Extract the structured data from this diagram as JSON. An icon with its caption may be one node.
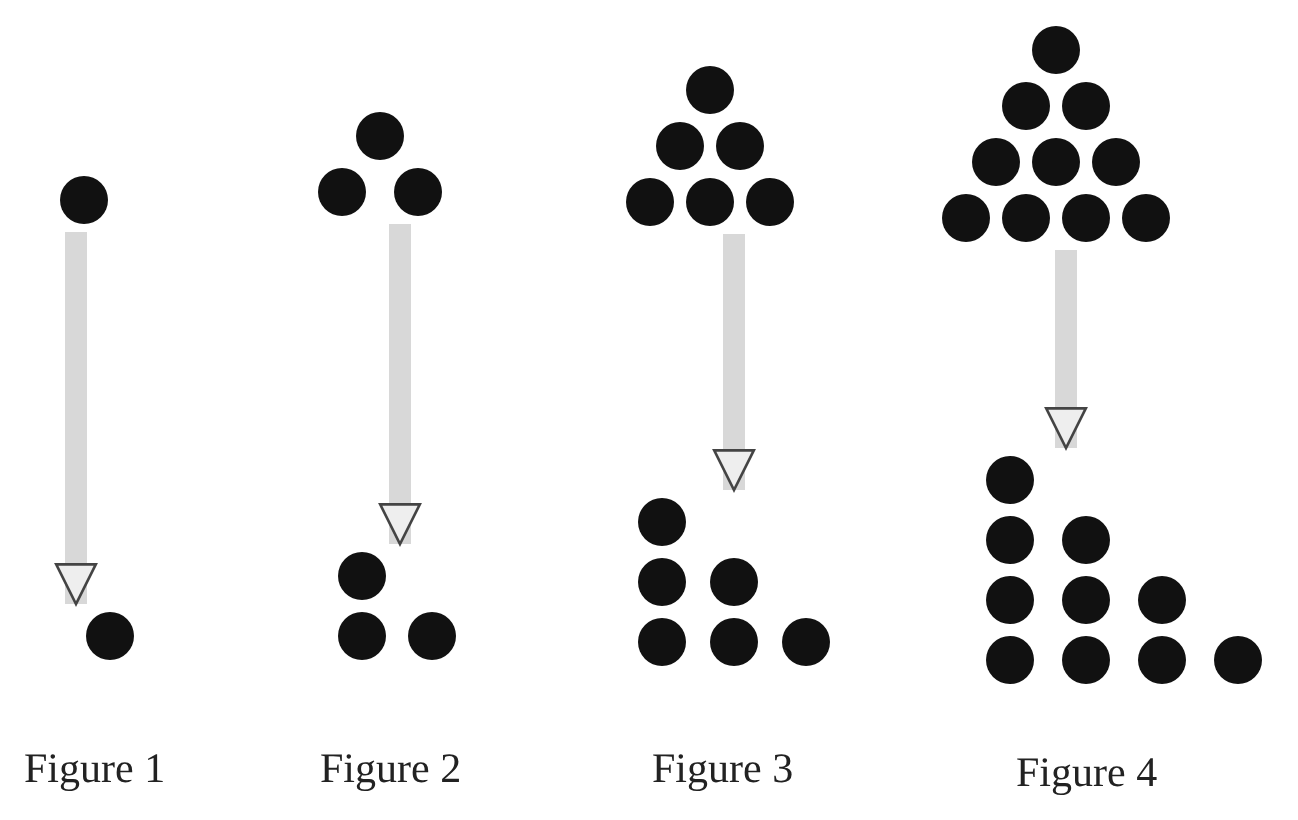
{
  "diagram": {
    "nodes": [
      {
        "text": [],
        "shape": "dots"
      },
      {
        "text": [],
        "shape": "dots"
      },
      {
        "text": [],
        "shape": "dots"
      },
      {
        "text": [],
        "shape": "dots"
      },
      {
        "text": [],
        "shape": "dots"
      },
      {
        "text": [],
        "shape": "dots"
      },
      {
        "text": [],
        "shape": "dots"
      },
      {
        "text": [],
        "shape": "dots"
      }
    ],
    "edges": [
      {
        "from": 0,
        "to": 4,
        "arrow": "to"
      },
      {
        "from": 1,
        "to": 5,
        "arrow": "to"
      },
      {
        "from": 2,
        "to": 6,
        "arrow": "to"
      },
      {
        "from": 3,
        "to": 7,
        "arrow": "to"
      }
    ],
    "labels": [
      "Figure 1",
      "Figure 2",
      "Figure 3",
      "Figure 4"
    ]
  }
}
